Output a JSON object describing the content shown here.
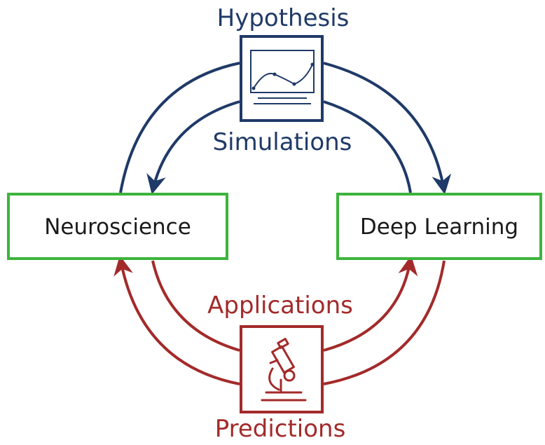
{
  "labels": {
    "hypothesis": "Hypothesis",
    "simulations": "Simulations",
    "applications": "Applications",
    "predictions": "Predictions"
  },
  "boxes": {
    "neuroscience": "Neuroscience",
    "deep_learning": "Deep Learning"
  },
  "colors": {
    "navy": "#1f3a68",
    "red": "#a32a2a",
    "green": "#3cb43c"
  },
  "icons": {
    "top": "line-chart-monitor-icon",
    "bottom": "microscope-icon"
  }
}
